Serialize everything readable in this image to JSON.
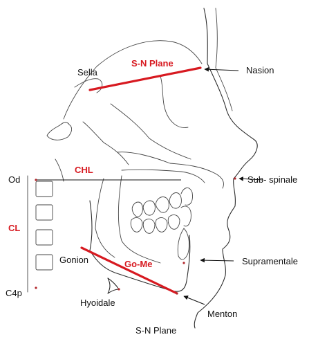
{
  "colors": {
    "accent_red": "#d71920",
    "line_black": "#111111",
    "background": "#ffffff"
  },
  "planes": [
    {
      "id": "sn",
      "label": "S-N Plane"
    },
    {
      "id": "gome",
      "label": "Go-Me"
    }
  ],
  "red_labels": [
    {
      "id": "chl",
      "text": "CHL"
    },
    {
      "id": "cl",
      "text": "CL"
    }
  ],
  "landmarks": [
    {
      "id": "sella",
      "text": "Sella"
    },
    {
      "id": "nasion",
      "text": "Nasion"
    },
    {
      "id": "od",
      "text": "Od"
    },
    {
      "id": "sub-spinale",
      "text": "Sub- spinale"
    },
    {
      "id": "gonion",
      "text": "Gonion"
    },
    {
      "id": "supramentale",
      "text": "Supramentale"
    },
    {
      "id": "c4p",
      "text": "C4p"
    },
    {
      "id": "hyoidale",
      "text": "Hyoidale"
    },
    {
      "id": "menton",
      "text": "Menton"
    }
  ],
  "caption": "S-N Plane"
}
